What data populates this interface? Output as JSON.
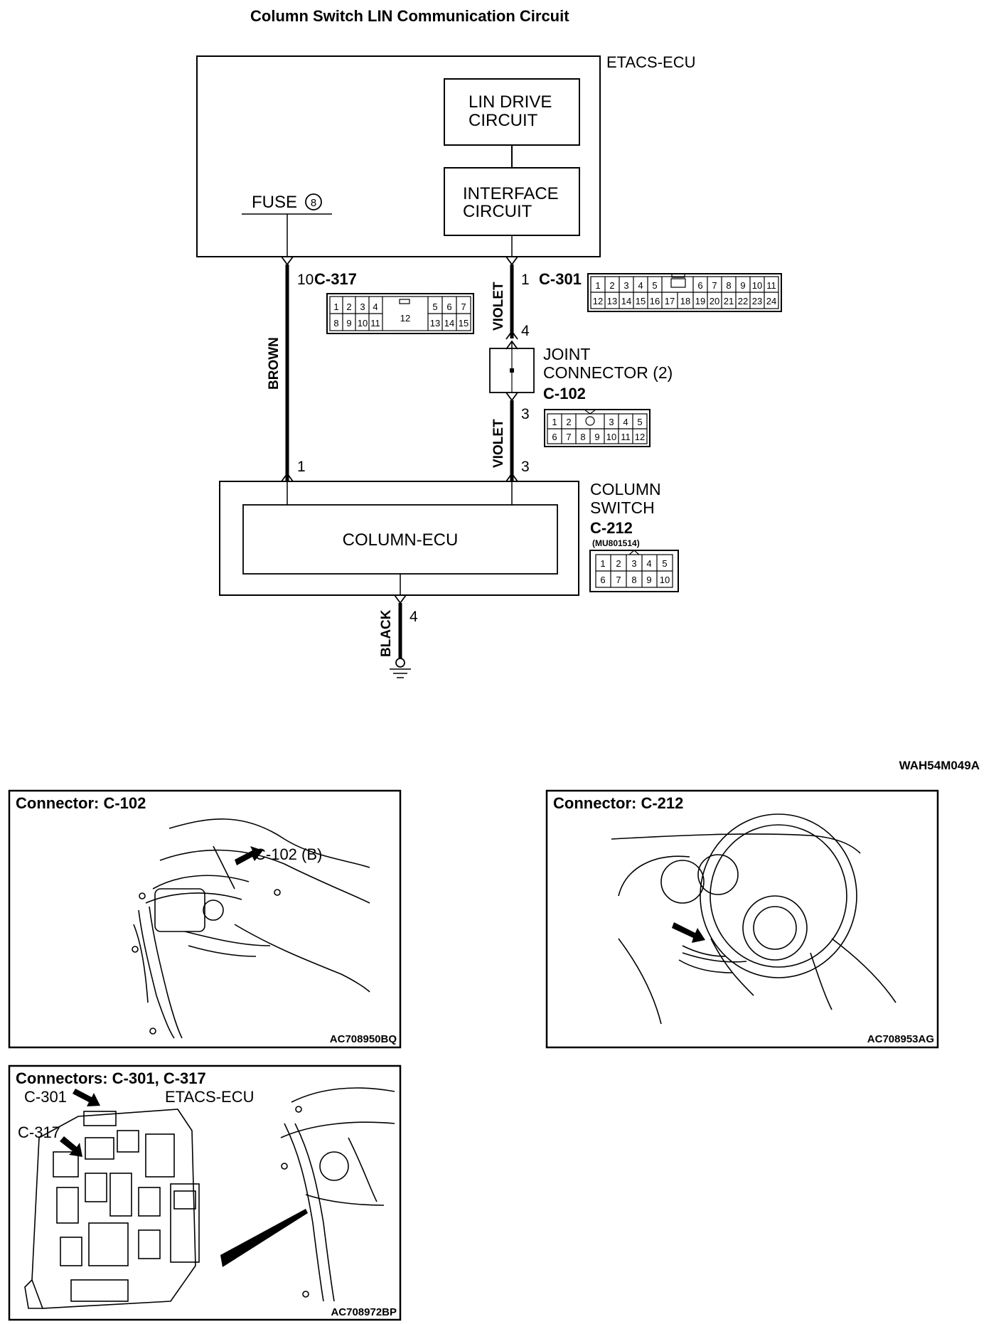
{
  "title": "Column Switch LIN Communication Circuit",
  "figure_code": "WAH54M049A",
  "etacs": {
    "label": "ETACS-ECU",
    "lin_drive": [
      "LIN DRIVE",
      "CIRCUIT"
    ],
    "interface": [
      "INTERFACE",
      "CIRCUIT"
    ],
    "fuse_label": "FUSE",
    "fuse_number": "8"
  },
  "connectors": {
    "c317": {
      "pin": "10",
      "name": "C-317",
      "row1": [
        "1",
        "2",
        "3",
        "4",
        "5",
        "6",
        "7"
      ],
      "row2": [
        "8",
        "9",
        "10",
        "11",
        "13",
        "14",
        "15"
      ],
      "center": "12"
    },
    "c301": {
      "pin": "1",
      "name": "C-301",
      "row1": [
        "1",
        "2",
        "3",
        "4",
        "5",
        "6",
        "7",
        "8",
        "9",
        "10",
        "11"
      ],
      "row2": [
        "12",
        "13",
        "14",
        "15",
        "16",
        "17",
        "18",
        "19",
        "20",
        "21",
        "22",
        "23",
        "24"
      ]
    },
    "c102": {
      "pin_top": "4",
      "pin_bottom": "3",
      "name": "C-102",
      "label": [
        "JOINT",
        "CONNECTOR (2)"
      ],
      "row1": [
        "1",
        "2",
        "3",
        "4",
        "5"
      ],
      "row2": [
        "6",
        "7",
        "8",
        "9",
        "10",
        "11",
        "12"
      ]
    },
    "c212": {
      "label": [
        "COLUMN",
        "SWITCH"
      ],
      "name": "C-212",
      "part": "(MU801514)",
      "row1": [
        "1",
        "2",
        "3",
        "4",
        "5"
      ],
      "row2": [
        "6",
        "7",
        "8",
        "9",
        "10"
      ]
    }
  },
  "wires": {
    "brown": "BROWN",
    "violet_upper": "VIOLET",
    "violet_lower": "VIOLET",
    "black": "BLACK",
    "brown_pin_bottom": "1",
    "violet_pin_bottom": "3",
    "black_pin": "4"
  },
  "column_ecu": "COLUMN-ECU",
  "panels": {
    "c102": {
      "title": "Connector: C-102",
      "callout": "C-102 (B)",
      "code": "AC708950BQ"
    },
    "c212": {
      "title": "Connector: C-212",
      "code": "AC708953AG"
    },
    "c301": {
      "title": "Connectors: C-301, C-317",
      "callout1": "C-301",
      "callout2": "C-317",
      "ecu": "ETACS-ECU",
      "code": "AC708972BP"
    }
  }
}
